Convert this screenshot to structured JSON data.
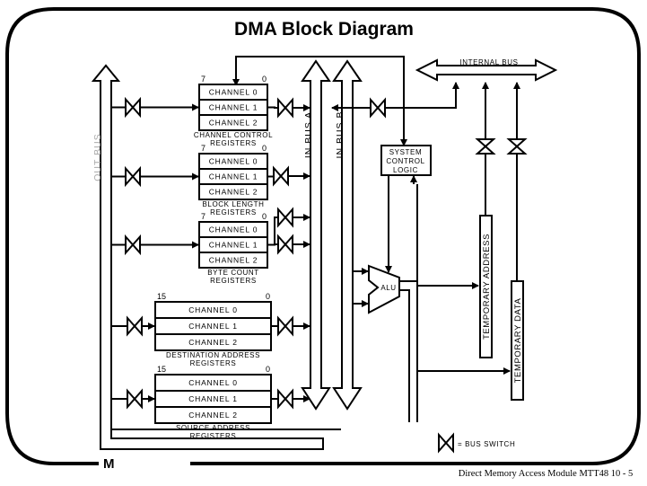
{
  "title": "DMA Block Diagram",
  "buses": {
    "internal": "INTERNAL BUS",
    "in_bus_a": "IN BUS A",
    "in_bus_b": "IN BUS B",
    "out_bus": "OUT BUS"
  },
  "register_groups": [
    {
      "label_line1": "CHANNEL CONTROL",
      "label_line2": "REGISTERS",
      "msb": "7",
      "lsb": "0",
      "channels": [
        "CHANNEL 0",
        "CHANNEL 1",
        "CHANNEL 2"
      ]
    },
    {
      "label_line1": "BLOCK LENGTH",
      "label_line2": "REGISTERS",
      "msb": "7",
      "lsb": "0",
      "channels": [
        "CHANNEL 0",
        "CHANNEL 1",
        "CHANNEL 2"
      ]
    },
    {
      "label_line1": "BYTE COUNT",
      "label_line2": "REGISTERS",
      "msb": "7",
      "lsb": "0",
      "channels": [
        "CHANNEL 0",
        "CHANNEL 1",
        "CHANNEL 2"
      ]
    },
    {
      "label_line1": "DESTINATION ADDRESS",
      "label_line2": "REGISTERS",
      "msb": "15",
      "lsb": "0",
      "channels": [
        "CHANNEL 0",
        "CHANNEL 1",
        "CHANNEL 2"
      ]
    },
    {
      "label_line1": "SOURCE ADDRESS",
      "label_line2": "REGISTERS",
      "msb": "15",
      "lsb": "0",
      "channels": [
        "CHANNEL 0",
        "CHANNEL 1",
        "CHANNEL 2"
      ]
    }
  ],
  "system_control": [
    "SYSTEM",
    "CONTROL",
    "LOGIC"
  ],
  "alu": "ALU",
  "temporary_address": "TEMPORARY ADDRESS",
  "temporary_data": "TEMPORARY DATA",
  "legend": "= BUS SWITCH",
  "corner_mark": "M",
  "footer": "Direct Memory Access Module MTT48  10 - 5"
}
